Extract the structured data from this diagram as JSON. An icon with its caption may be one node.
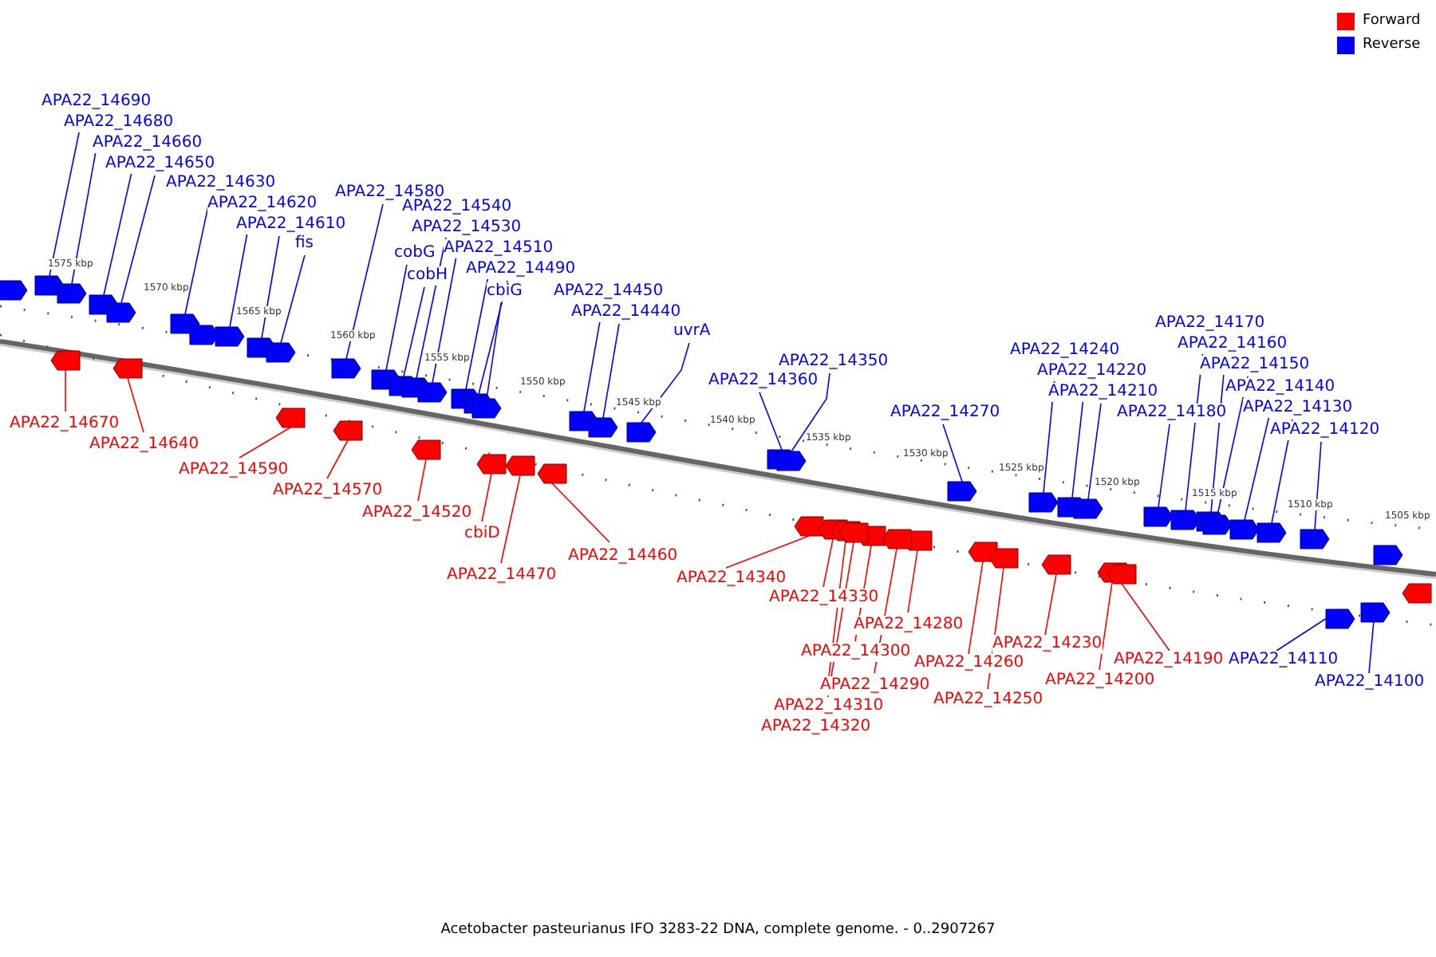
{
  "diagram": {
    "caption": "Acetobacter pasteurianus IFO 3283-22 DNA, complete genome. - 0..2907267",
    "nodes": [
      {
        "text": [
          "APA22_14690"
        ]
      },
      {
        "text": [
          "APA22_14680"
        ]
      },
      {
        "text": [
          "APA22_14660"
        ]
      },
      {
        "text": [
          "APA22_14650"
        ]
      },
      {
        "text": [
          "APA22_14630"
        ]
      },
      {
        "text": [
          "APA22_14620"
        ]
      },
      {
        "text": [
          "APA22_14610"
        ]
      },
      {
        "text": [
          "fis"
        ]
      },
      {
        "text": [
          "APA22_14580"
        ]
      },
      {
        "text": [
          "cobG"
        ]
      },
      {
        "text": [
          "cobH"
        ]
      },
      {
        "text": [
          "APA22_14540"
        ]
      },
      {
        "text": [
          "APA22_14530"
        ]
      },
      {
        "text": [
          "APA22_14510"
        ]
      },
      {
        "text": [
          "APA22_14490"
        ]
      },
      {
        "text": [
          "cbiG"
        ]
      },
      {
        "text": [
          "APA22_14450"
        ]
      },
      {
        "text": [
          "APA22_14440"
        ]
      },
      {
        "text": [
          "uvrA"
        ]
      },
      {
        "text": [
          "APA22_14360"
        ]
      },
      {
        "text": [
          "APA22_14350"
        ]
      },
      {
        "text": [
          "APA22_14270"
        ]
      },
      {
        "text": [
          "APA22_14240"
        ]
      },
      {
        "text": [
          "APA22_14220"
        ]
      },
      {
        "text": [
          "APA22_14210"
        ]
      },
      {
        "text": [
          "APA22_14180"
        ]
      },
      {
        "text": [
          "APA22_14170"
        ]
      },
      {
        "text": [
          "APA22_14160"
        ]
      },
      {
        "text": [
          "APA22_14150"
        ]
      },
      {
        "text": [
          "APA22_14140"
        ]
      },
      {
        "text": [
          "APA22_14130"
        ]
      },
      {
        "text": [
          "APA22_14120"
        ]
      },
      {
        "text": [
          "APA22_14110"
        ]
      },
      {
        "text": [
          "APA22_14100"
        ]
      },
      {
        "text": [
          "APA22_14670"
        ]
      },
      {
        "text": [
          "APA22_14640"
        ]
      },
      {
        "text": [
          "APA22_14590"
        ]
      },
      {
        "text": [
          "APA22_14570"
        ]
      },
      {
        "text": [
          "APA22_14520"
        ]
      },
      {
        "text": [
          "cbiD"
        ]
      },
      {
        "text": [
          "APA22_14470"
        ]
      },
      {
        "text": [
          "APA22_14460"
        ]
      },
      {
        "text": [
          "APA22_14340"
        ]
      },
      {
        "text": [
          "APA22_14330"
        ]
      },
      {
        "text": [
          "APA22_14280"
        ]
      },
      {
        "text": [
          "APA22_14300"
        ]
      },
      {
        "text": [
          "APA22_14290"
        ]
      },
      {
        "text": [
          "APA22_14310"
        ]
      },
      {
        "text": [
          "APA22_14320"
        ]
      },
      {
        "text": [
          "APA22_14260"
        ]
      },
      {
        "text": [
          "APA22_14230"
        ]
      },
      {
        "text": [
          "APA22_14250"
        ]
      },
      {
        "text": [
          "APA22_14200"
        ]
      },
      {
        "text": [
          "APA22_14190"
        ]
      },
      {
        "text": [],
        "shape": "arrow"
      },
      {
        "text": [],
        "shape": "arrow"
      },
      {
        "text": [],
        "shape": "arrow"
      },
      {
        "text": [],
        "shape": "arrow"
      },
      {
        "text": [],
        "shape": "arrow"
      },
      {
        "text": [],
        "shape": "arrow"
      },
      {
        "text": [],
        "shape": "arrow"
      },
      {
        "text": [],
        "shape": "arrow"
      },
      {
        "text": [],
        "shape": "arrow"
      },
      {
        "text": [],
        "shape": "arrow"
      },
      {
        "text": [],
        "shape": "arrow"
      },
      {
        "text": [],
        "shape": "arrow"
      },
      {
        "text": [],
        "shape": "arrow"
      },
      {
        "text": [],
        "shape": "arrow"
      },
      {
        "text": [],
        "shape": "arrow"
      },
      {
        "text": [],
        "shape": "arrow"
      },
      {
        "text": [],
        "shape": "arrow"
      },
      {
        "text": [],
        "shape": "arrow"
      },
      {
        "text": [],
        "shape": "arrow"
      },
      {
        "text": [],
        "shape": "arrow"
      },
      {
        "text": [],
        "shape": "arrow"
      },
      {
        "text": [],
        "shape": "arrow"
      },
      {
        "text": [],
        "shape": "arrow"
      },
      {
        "text": [],
        "shape": "arrow"
      },
      {
        "text": [],
        "shape": "arrow"
      },
      {
        "text": [],
        "shape": "arrow"
      },
      {
        "text": [],
        "shape": "arrow"
      },
      {
        "text": [],
        "shape": "arrow"
      },
      {
        "text": [],
        "shape": "arrow"
      },
      {
        "text": [],
        "shape": "arrow"
      },
      {
        "text": [],
        "shape": "arrow"
      },
      {
        "text": [],
        "shape": "arrow"
      },
      {
        "text": [],
        "shape": "arrow"
      },
      {
        "text": [],
        "shape": "arrow"
      },
      {
        "text": [],
        "shape": "arrow"
      },
      {
        "text": [],
        "shape": "arrow"
      },
      {
        "text": [],
        "shape": "arrow"
      },
      {
        "text": [],
        "shape": "arrow"
      },
      {
        "text": [],
        "shape": "arrow"
      },
      {
        "text": [],
        "shape": "arrow"
      },
      {
        "text": [],
        "shape": "arrow"
      },
      {
        "text": [],
        "shape": "arrow"
      },
      {
        "text": [],
        "shape": "arrow"
      },
      {
        "text": [],
        "shape": "arrow"
      },
      {
        "text": [],
        "shape": "arrow"
      },
      {
        "text": [],
        "shape": "arrow"
      },
      {
        "text": [],
        "shape": "arrow"
      },
      {
        "text": [],
        "shape": "arrow"
      },
      {
        "text": [],
        "shape": "arrow"
      },
      {
        "text": [],
        "shape": "arrow"
      },
      {
        "text": [],
        "shape": "arrow"
      },
      {
        "text": [],
        "shape": "arrow"
      },
      {
        "text": [],
        "shape": "arrow"
      },
      {
        "text": [],
        "shape": "arrow"
      },
      {
        "text": [],
        "shape": "arrow"
      },
      {
        "text": [],
        "shape": "arrow"
      },
      {
        "text": [],
        "shape": "arrow"
      },
      {
        "text": [],
        "shape": "arrow"
      }
    ],
    "edges": [
      {
        "from": 0,
        "to": 54,
        "arrow": "none"
      },
      {
        "from": 1,
        "to": 55,
        "arrow": "none"
      },
      {
        "from": 2,
        "to": 56,
        "arrow": "none"
      },
      {
        "from": 3,
        "to": 57,
        "arrow": "none"
      },
      {
        "from": 4,
        "to": 58,
        "arrow": "none"
      },
      {
        "from": 5,
        "to": 59,
        "arrow": "none"
      },
      {
        "from": 6,
        "to": 60,
        "arrow": "none"
      },
      {
        "from": 7,
        "to": 61,
        "arrow": "none"
      },
      {
        "from": 8,
        "to": 62,
        "arrow": "none"
      },
      {
        "from": 9,
        "to": 63,
        "arrow": "none"
      },
      {
        "from": 10,
        "to": 64,
        "arrow": "none"
      },
      {
        "from": 11,
        "to": 65,
        "arrow": "none"
      },
      {
        "from": 12,
        "to": 66,
        "arrow": "none"
      },
      {
        "from": 13,
        "to": 67,
        "arrow": "none"
      },
      {
        "from": 14,
        "to": 68,
        "arrow": "none"
      },
      {
        "from": 15,
        "to": 69,
        "arrow": "none"
      },
      {
        "from": 16,
        "to": 70,
        "arrow": "none"
      },
      {
        "from": 17,
        "to": 71,
        "arrow": "none"
      },
      {
        "from": 18,
        "to": 72,
        "arrow": "none"
      },
      {
        "from": 19,
        "to": 73,
        "arrow": "none"
      },
      {
        "from": 20,
        "to": 74,
        "arrow": "none"
      },
      {
        "from": 21,
        "to": 75,
        "arrow": "none"
      },
      {
        "from": 22,
        "to": 76,
        "arrow": "none"
      },
      {
        "from": 23,
        "to": 77,
        "arrow": "none"
      },
      {
        "from": 24,
        "to": 78,
        "arrow": "none"
      },
      {
        "from": 25,
        "to": 79,
        "arrow": "none"
      },
      {
        "from": 26,
        "to": 80,
        "arrow": "none"
      },
      {
        "from": 27,
        "to": 81,
        "arrow": "none"
      },
      {
        "from": 28,
        "to": 82,
        "arrow": "none"
      },
      {
        "from": 29,
        "to": 83,
        "arrow": "none"
      },
      {
        "from": 30,
        "to": 84,
        "arrow": "none"
      },
      {
        "from": 31,
        "to": 85,
        "arrow": "none"
      },
      {
        "from": 32,
        "to": 86,
        "arrow": "none"
      },
      {
        "from": 33,
        "to": 87,
        "arrow": "none"
      },
      {
        "from": 34,
        "to": 88,
        "arrow": "none",
        "color": "#ff0000"
      },
      {
        "from": 35,
        "to": 89,
        "arrow": "none",
        "color": "#ff0000"
      },
      {
        "from": 36,
        "to": 90,
        "arrow": "none",
        "color": "#ff0000"
      },
      {
        "from": 37,
        "to": 91,
        "arrow": "none",
        "color": "#ff0000"
      },
      {
        "from": 38,
        "to": 92,
        "arrow": "none",
        "color": "#ff0000"
      },
      {
        "from": 39,
        "to": 93,
        "arrow": "none",
        "color": "#ff0000"
      },
      {
        "from": 40,
        "to": 94,
        "arrow": "none",
        "color": "#ff0000"
      },
      {
        "from": 41,
        "to": 95,
        "arrow": "none",
        "color": "#ff0000"
      },
      {
        "from": 42,
        "to": 96,
        "arrow": "none",
        "color": "#ff0000"
      },
      {
        "from": 43,
        "to": 97,
        "arrow": "none",
        "color": "#ff0000"
      },
      {
        "from": 44,
        "to": 98,
        "arrow": "none",
        "color": "#ff0000"
      },
      {
        "from": 45,
        "to": 99,
        "arrow": "none",
        "color": "#ff0000"
      },
      {
        "from": 46,
        "to": 100,
        "arrow": "none",
        "color": "#ff0000"
      },
      {
        "from": 47,
        "to": 101,
        "arrow": "none",
        "color": "#ff0000"
      },
      {
        "from": 48,
        "to": 102,
        "arrow": "none",
        "color": "#ff0000"
      },
      {
        "from": 49,
        "to": 103,
        "arrow": "none",
        "color": "#ff0000"
      },
      {
        "from": 50,
        "to": 104,
        "arrow": "none",
        "color": "#ff0000"
      },
      {
        "from": 51,
        "to": 105,
        "arrow": "none",
        "color": "#ff0000"
      },
      {
        "from": 52,
        "to": 106,
        "arrow": "none",
        "color": "#ff0000"
      },
      {
        "from": 53,
        "to": 107,
        "arrow": "none",
        "color": "#ff0000"
      }
    ],
    "labels": [
      "1575 kbp",
      "1570 kbp",
      "1565 kbp",
      "1560 kbp",
      "1555 kbp",
      "1550 kbp",
      "1545 kbp",
      "1540 kbp",
      "1535 kbp",
      "1530 kbp",
      "1525 kbp",
      "1520 kbp",
      "1515 kbp",
      "1510 kbp",
      "1505 kbp"
    ],
    "legend": [
      {
        "text": "Forward",
        "color": "#ff0000"
      },
      {
        "text": "Reverse",
        "color": "#0000ff"
      }
    ]
  }
}
